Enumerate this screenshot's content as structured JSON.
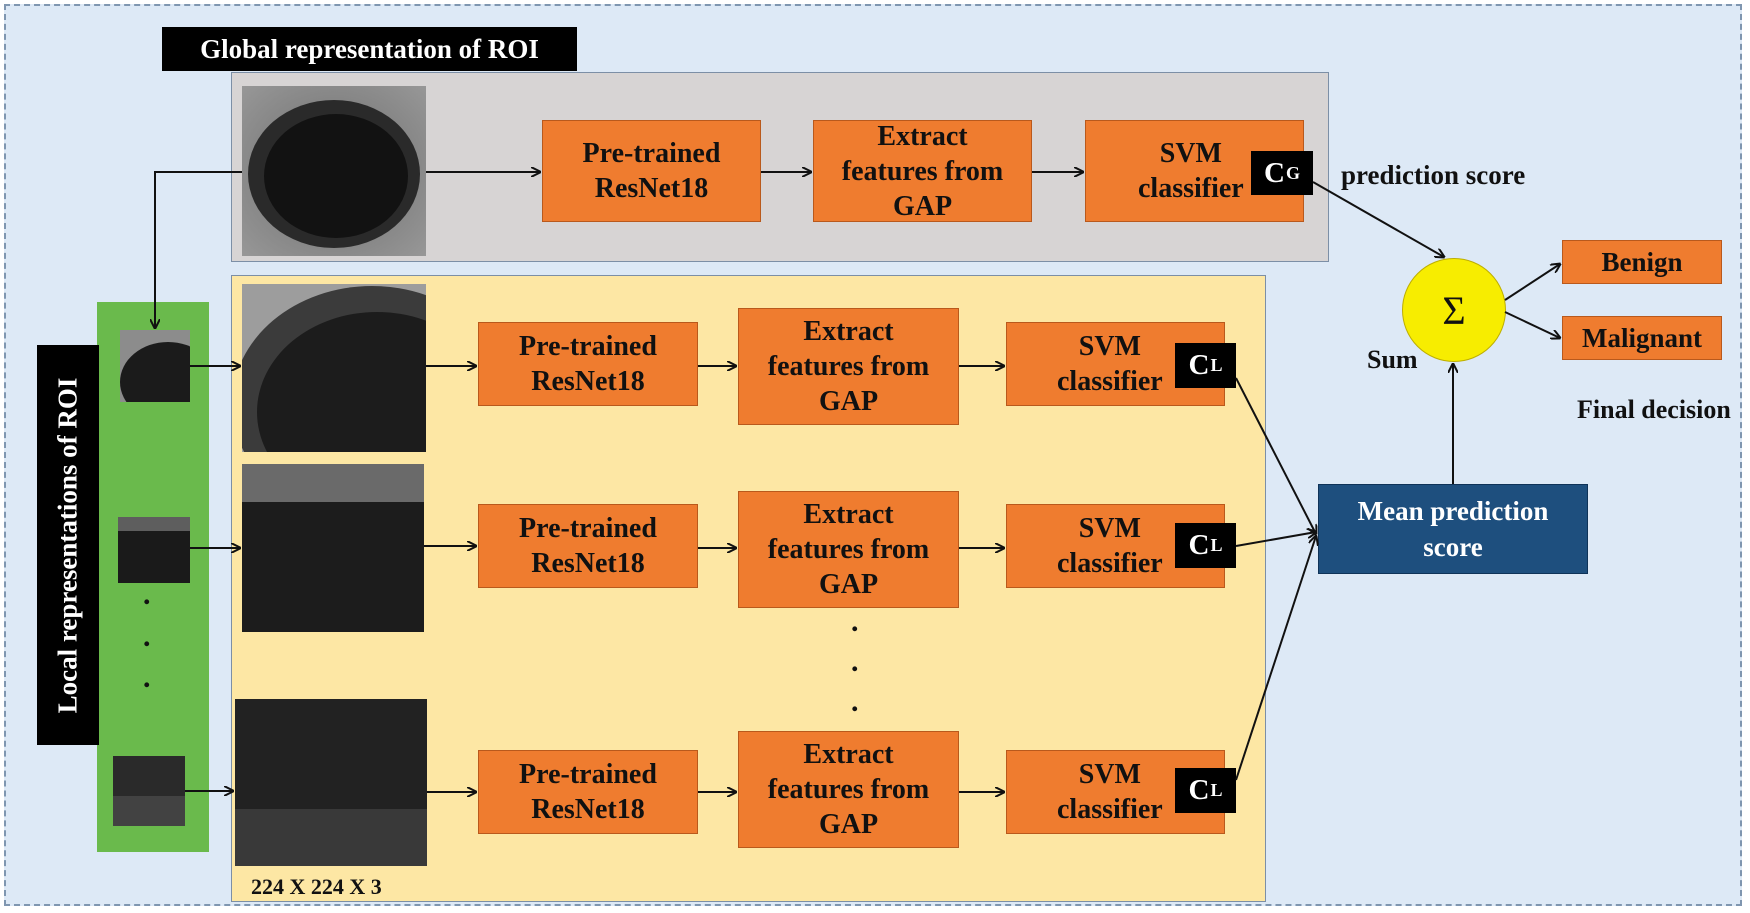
{
  "global_title": "Global representation of ROI",
  "local_title": "Local representations of ROI",
  "dims_label": "224 X 224 X 3",
  "global_row": {
    "model": "Pre-trained\nResNet18",
    "features": "Extract\nfeatures from\nGAP",
    "classifier": "SVM\nclassifier",
    "tag_main": "C",
    "tag_sub": "G",
    "score_label": "prediction score"
  },
  "local_rows": [
    {
      "model": "Pre-trained\nResNet18",
      "features": "Extract\nfeatures from\nGAP",
      "classifier": "SVM\nclassifier",
      "tag_main": "C",
      "tag_sub": "L"
    },
    {
      "model": "Pre-trained\nResNet18",
      "features": "Extract\nfeatures from\nGAP",
      "classifier": "SVM\nclassifier",
      "tag_main": "C",
      "tag_sub": "L"
    },
    {
      "model": "Pre-trained\nResNet18",
      "features": "Extract\nfeatures from\nGAP",
      "classifier": "SVM\nclassifier",
      "tag_main": "C",
      "tag_sub": "L"
    }
  ],
  "mean_box": "Mean prediction\nscore",
  "sum_symbol": "Σ",
  "sum_label": "Sum",
  "outputs": [
    "Benign",
    "Malignant"
  ],
  "final_label": "Final decision",
  "ellipsis_dot": "."
}
